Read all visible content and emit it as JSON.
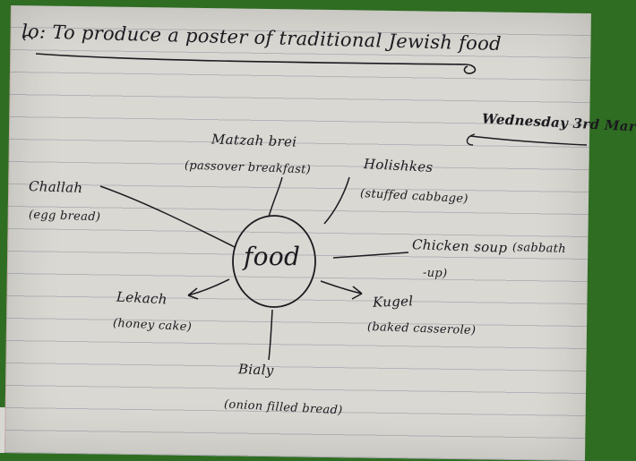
{
  "title": "lo: To produce a poster of traditional Jewish food",
  "date": "Wednesday 3rd Mar",
  "center": "food",
  "items": [
    {
      "name": "Matzah brei",
      "desc": "(passover breakfast)"
    },
    {
      "name": "Holishkes",
      "desc": "(stuffed cabbage)"
    },
    {
      "name": "Challah",
      "desc": "(egg bread)"
    },
    {
      "name": "Chicken soup",
      "desc": "(sabbath",
      "desc2": "-up)"
    },
    {
      "name": "Lekach",
      "desc": "(honey cake)"
    },
    {
      "name": "Kugel",
      "desc": "(baked casserole)"
    },
    {
      "name": "Bialy",
      "desc": "(onion filled bread)"
    }
  ],
  "colors": {
    "ink": "#1b1a1f",
    "paper": "#d9d8d2",
    "background": "#2f6d22"
  }
}
